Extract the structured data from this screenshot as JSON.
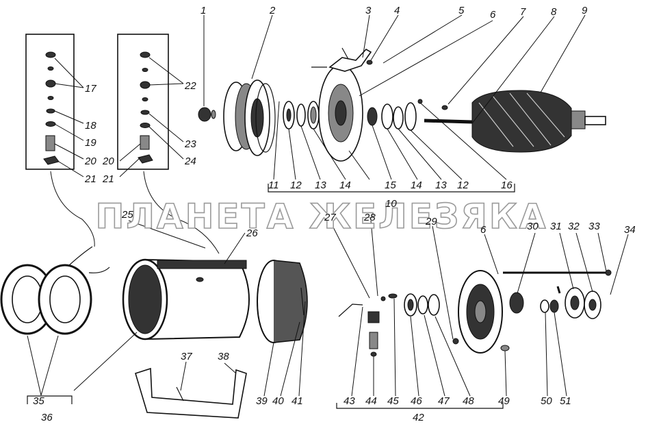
{
  "watermark": "ПЛАНЕТА ЖЕЛЕЗЯКА",
  "labels": [
    {
      "id": "1",
      "text": "1"
    },
    {
      "id": "2",
      "text": "2"
    },
    {
      "id": "3",
      "text": "3"
    },
    {
      "id": "4",
      "text": "4"
    },
    {
      "id": "5",
      "text": "5"
    },
    {
      "id": "6a",
      "text": "6"
    },
    {
      "id": "7",
      "text": "7"
    },
    {
      "id": "8",
      "text": "8"
    },
    {
      "id": "9",
      "text": "9"
    },
    {
      "id": "10",
      "text": "10"
    },
    {
      "id": "11",
      "text": "11"
    },
    {
      "id": "12a",
      "text": "12"
    },
    {
      "id": "13a",
      "text": "13"
    },
    {
      "id": "14a",
      "text": "14"
    },
    {
      "id": "15",
      "text": "15"
    },
    {
      "id": "14b",
      "text": "14"
    },
    {
      "id": "13b",
      "text": "13"
    },
    {
      "id": "12b",
      "text": "12"
    },
    {
      "id": "16",
      "text": "16"
    },
    {
      "id": "17",
      "text": "17"
    },
    {
      "id": "18",
      "text": "18"
    },
    {
      "id": "19",
      "text": "19"
    },
    {
      "id": "20a",
      "text": "20"
    },
    {
      "id": "21a",
      "text": "21"
    },
    {
      "id": "22",
      "text": "22"
    },
    {
      "id": "23",
      "text": "23"
    },
    {
      "id": "24",
      "text": "24"
    },
    {
      "id": "20b",
      "text": "20"
    },
    {
      "id": "21b",
      "text": "21"
    },
    {
      "id": "25",
      "text": "25"
    },
    {
      "id": "26",
      "text": "26"
    },
    {
      "id": "27",
      "text": "27"
    },
    {
      "id": "28",
      "text": "28"
    },
    {
      "id": "29",
      "text": "29"
    },
    {
      "id": "6b",
      "text": "6"
    },
    {
      "id": "30",
      "text": "30"
    },
    {
      "id": "31",
      "text": "31"
    },
    {
      "id": "32",
      "text": "32"
    },
    {
      "id": "33",
      "text": "33"
    },
    {
      "id": "34",
      "text": "34"
    },
    {
      "id": "35",
      "text": "35"
    },
    {
      "id": "36",
      "text": "36"
    },
    {
      "id": "37",
      "text": "37"
    },
    {
      "id": "38",
      "text": "38"
    },
    {
      "id": "39",
      "text": "39"
    },
    {
      "id": "40",
      "text": "40"
    },
    {
      "id": "41",
      "text": "41"
    },
    {
      "id": "42",
      "text": "42"
    },
    {
      "id": "43",
      "text": "43"
    },
    {
      "id": "44",
      "text": "44"
    },
    {
      "id": "45",
      "text": "45"
    },
    {
      "id": "46",
      "text": "46"
    },
    {
      "id": "47",
      "text": "47"
    },
    {
      "id": "48",
      "text": "48"
    },
    {
      "id": "49",
      "text": "49"
    },
    {
      "id": "50",
      "text": "50"
    },
    {
      "id": "51",
      "text": "51"
    }
  ]
}
